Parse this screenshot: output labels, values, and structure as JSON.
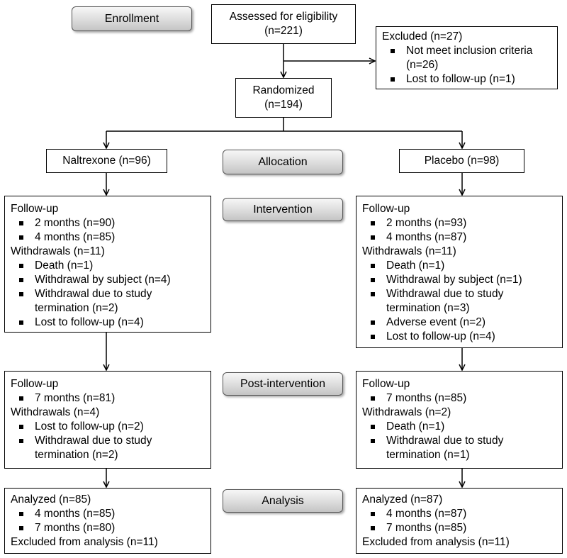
{
  "stages": {
    "enrollment": "Enrollment",
    "allocation": "Allocation",
    "intervention": "Intervention",
    "post_intervention": "Post-intervention",
    "analysis": "Analysis"
  },
  "assessed": {
    "line1": "Assessed for eligibility",
    "line2": "(n=221)"
  },
  "excluded": {
    "title": "Excluded (n=27)",
    "item1a": "Not meet inclusion criteria",
    "item1b": "(n=26)",
    "item2": "Lost to follow-up (n=1)"
  },
  "randomized": {
    "line1": "Randomized",
    "line2": "(n=194)"
  },
  "naltrexone": {
    "label": "Naltrexone (n=96)",
    "intervention": {
      "followup": "Follow-up",
      "m2": "2 months (n=90)",
      "m4": "4 months (n=85)",
      "withdrawals": "Withdrawals (n=11)",
      "death": "Death (n=1)",
      "subject": "Withdrawal by subject (n=4)",
      "term_a": "Withdrawal due to study",
      "term_b": "termination (n=2)",
      "lost": "Lost to follow-up (n=4)"
    },
    "post": {
      "followup": "Follow-up",
      "m7": "7 months (n=81)",
      "withdrawals": "Withdrawals (n=4)",
      "lost": "Lost to follow-up (n=2)",
      "term_a": "Withdrawal due to study",
      "term_b": "termination (n=2)"
    },
    "analysis": {
      "analyzed": "Analyzed (n=85)",
      "m4": "4 months (n=85)",
      "m7": "7 months (n=80)",
      "excluded": "Excluded  from analysis (n=11)"
    }
  },
  "placebo": {
    "label": "Placebo  (n=98)",
    "intervention": {
      "followup": "Follow-up",
      "m2": "2 months (n=93)",
      "m4": "4 months (n=87)",
      "withdrawals": "Withdrawals (n=11)",
      "death": "Death (n=1)",
      "subject": "Withdrawal  by subject (n=1)",
      "term_a": "Withdrawal due to study",
      "term_b": "termination (n=3)",
      "adverse": "Adverse event (n=2)",
      "lost": "Lost to follow-up (n=4)"
    },
    "post": {
      "followup": "Follow-up",
      "m7": "7 months (n=85)",
      "withdrawals": "Withdrawals (n=2)",
      "death": "Death (n=1)",
      "term_a": "Withdrawal due to study",
      "term_b": "termination (n=1)"
    },
    "analysis": {
      "analyzed": "Analyzed (n=87)",
      "m4": "4 months (n=87)",
      "m7": "7 months (n=85)",
      "excluded": "Excluded  from analysis (n=11)"
    }
  }
}
